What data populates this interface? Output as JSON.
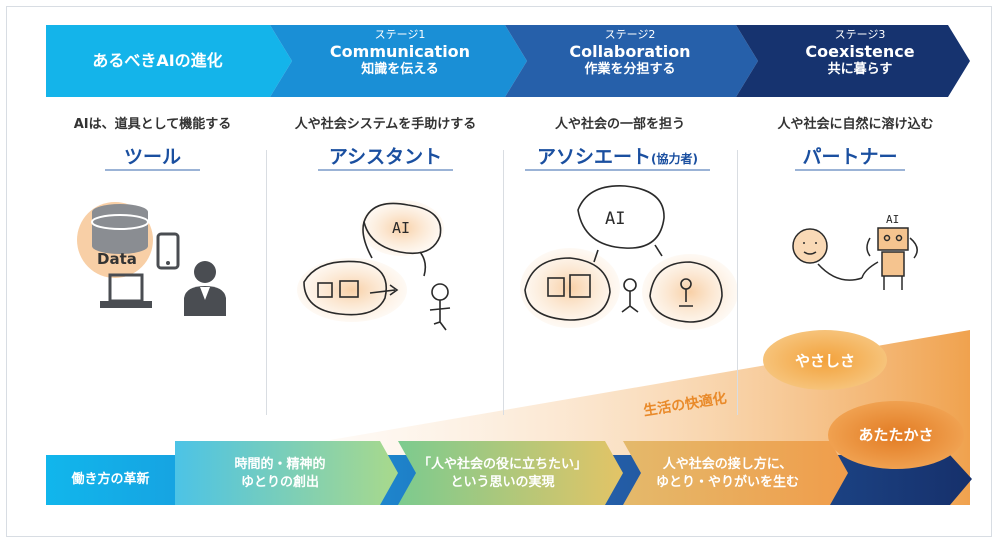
{
  "header": {
    "intro": "あるべきAIの進化",
    "stages": [
      {
        "stage": "ステージ1",
        "title": "Communication",
        "subtitle": "知識を伝える"
      },
      {
        "stage": "ステージ2",
        "title": "Collaboration",
        "subtitle": "作業を分担する"
      },
      {
        "stage": "ステージ3",
        "title": "Coexistence",
        "subtitle": "共に暮らす"
      }
    ]
  },
  "roles": [
    {
      "description": "AIは、道具として機能する",
      "title": "ツール",
      "title_note": ""
    },
    {
      "description": "人や社会システムを手助けする",
      "title": "アシスタント",
      "title_note": ""
    },
    {
      "description": "人や社会の一部を担う",
      "title": "アソシエート",
      "title_note": "(協力者)"
    },
    {
      "description": "人や社会に自然に溶け込む",
      "title": "パートナー",
      "title_note": ""
    }
  ],
  "illustration": {
    "tool_data_label": "Data",
    "sketch_ai_label": "AI"
  },
  "wedge": {
    "label": "生活の快適化",
    "bubble_top": "やさしさ",
    "bubble_bottom": "あたたかさ"
  },
  "bottom": {
    "label": "働き方の革新",
    "items": [
      {
        "line1": "時間的・精神的",
        "line2": "ゆとりの創出"
      },
      {
        "line1": "「人や社会の役に立ちたい」",
        "line2": "という思いの実現"
      },
      {
        "line1": "人や社会の接し方に、",
        "line2": "ゆとり・やりがいを生む"
      }
    ]
  },
  "colors": {
    "cyan": "#12b5ea",
    "navy": "#16336f",
    "blue_title": "#1a4fa0",
    "orange": "#f0a35a"
  }
}
